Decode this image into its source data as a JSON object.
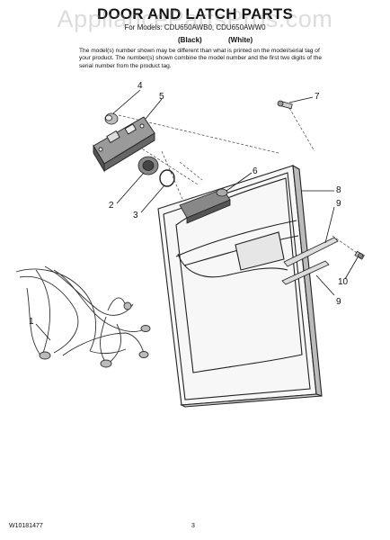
{
  "header": {
    "title": "DOOR AND LATCH PARTS",
    "models_line": "For Models: CDU650AWB0, CDU650AWW0",
    "color_black": "(Black)",
    "color_white": "(White)"
  },
  "note": "The model(s) number shown may be different than what is printed on the model/serial tag of your product. The number(s) shown combine the model number and the first two digits of the serial number from the product tag.",
  "watermark": "AppliancePartsPros.com",
  "callouts": {
    "c1": "1",
    "c2": "2",
    "c3": "3",
    "c4": "4",
    "c5": "5",
    "c6": "6",
    "c7": "7",
    "c8": "8",
    "c9a": "9",
    "c9b": "9",
    "c10": "10"
  },
  "footer": {
    "doc_number": "W10181477",
    "page_number": "3"
  }
}
